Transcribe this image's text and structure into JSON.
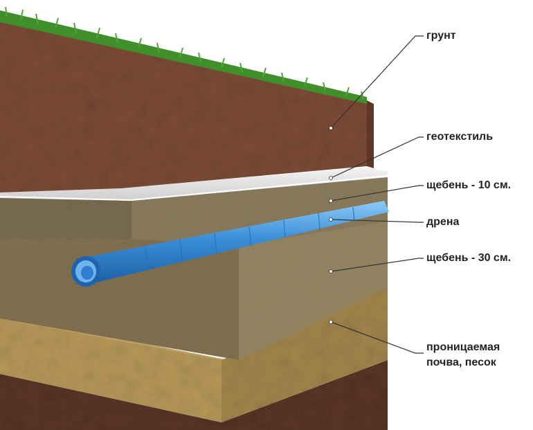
{
  "labels": {
    "soil": "грунт",
    "geotextile": "геотекстиль",
    "gravel_top": "щебень - 10 см.",
    "drain": "дрена",
    "gravel_bottom": "щебень - 30 см.",
    "permeable_line1": "проницаемая",
    "permeable_line2": "почва, песок"
  },
  "colors": {
    "soil": "#7a4a35",
    "grass": "#3f8f2a",
    "geotextile": "#e4e4e4",
    "gravel": "#8a7a58",
    "pipe": "#3a8fd8",
    "sand": "#b79a5e",
    "deep_soil": "#5a3326"
  }
}
